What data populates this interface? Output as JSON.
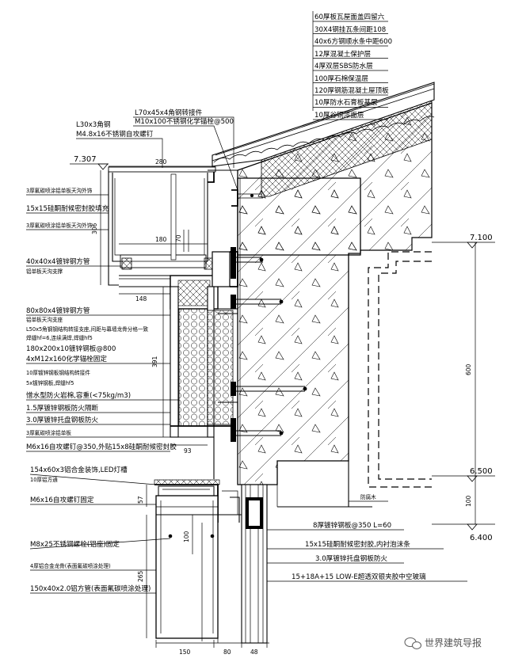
{
  "roof_layers": [
    "60厚板瓦屋面盖四留六",
    "30X4钢挂瓦条间距108",
    "40x6方钢顺水条中距600",
    "12厚混凝土保护层",
    "4厚双层SBS防水层",
    "100厚石棉保温层",
    "120厚钢筋混凝土屋顶板",
    "10厚防水石膏板基层",
    "10厚谷铜漆面层"
  ],
  "top_labels": [
    "L70x45x4角钢转接件",
    "M10x100不锈钢化学锚栓@500",
    "L30x3角钢",
    "M4.8x16不锈钢自攻螺钉"
  ],
  "left_labels": [
    "3厚氟碳喷涂铝单板天沟外饰",
    "15x15硅酮耐候密封胶填充",
    "3厚氟碳喷涂铝单板天沟外饰",
    "40x40x4镀锌钢方管",
    "铝单板天沟支撑",
    "80x80x4镀锌钢方管",
    "铝单板天沟支座",
    "L50x5角钢钢结构转接支座,间距与幕墙龙骨分格一致",
    "焊缝hf=6,连续满焊,焊缝hf5",
    "180x200x10镀锌钢板@800",
    "4xM12x160化学锚栓固定",
    "10厚镀锌钢板钢结构转接件",
    "5x镀锌钢板,焊缝hf5",
    "憎水型防火岩棉,容重(<75kg/m3)",
    "1.5厚镀锌钢板防火隔断",
    "3.0厚镀锌托盘钢板防火",
    "3厚氟碳喷涂铝单板",
    "M6x16自攻螺钉@350,外贴15x8硅酮耐候密封胶",
    "154x60x3铝合金装饰,LED灯槽",
    "10厚铝方通",
    "M6x16自攻螺钉固定",
    "M8x25不锈钢螺栓(铝座)固定",
    "4厚铝合金龙骨(表面氟碳喷涂处理)",
    "150x40x2.0铝方管(表面氟碳喷涂处理)"
  ],
  "right_labels": [
    "防腐木",
    "8厚镀锌钢板@350 L=60",
    "15x15硅酮耐候密封胶,内衬泡沫条",
    "3.0厚镀锌托盘钢板防火",
    "15+18A+15 LOW-E超透双银夹胶中空玻璃"
  ],
  "elevations": [
    "7.307",
    "7.100",
    "6.500",
    "6.400"
  ],
  "dimensions": {
    "gutter_width": "280",
    "gutter_inner": "180",
    "gutter_height": "306",
    "rod": "70",
    "bracket": "148",
    "height_391": "391",
    "panel_93": "93",
    "right_600": "600",
    "right_100": "100",
    "left_57": "57",
    "left_100": "100",
    "left_265": "265",
    "bottom_150": "150",
    "bottom_80": "80",
    "bottom_48": "48"
  },
  "watermark": "世界建筑导报"
}
